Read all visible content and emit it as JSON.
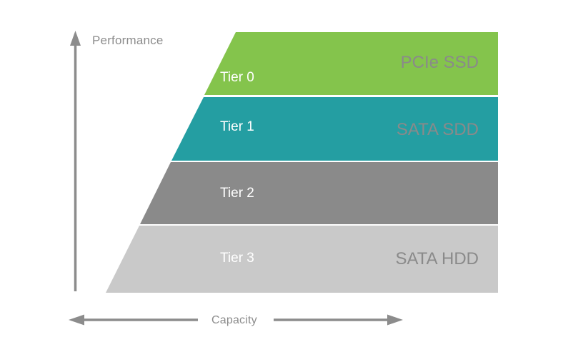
{
  "diagram": {
    "y_axis_label": "Performance",
    "x_axis_label": "Capacity",
    "tiers": [
      {
        "label": "Tier 0",
        "media": "PCIe SSD",
        "color": "#84C44C"
      },
      {
        "label": "Tier 1",
        "media": "SATA SDD",
        "color": "#249EA2"
      },
      {
        "label": "Tier 2",
        "media": "",
        "color": "#8A8A8A"
      },
      {
        "label": "Tier 3",
        "media": "SATA HDD",
        "color": "#C9C9C9"
      }
    ],
    "colors": {
      "axis": "#8C8C8C",
      "tier_label_text": "#FFFFFF",
      "media_label_text": "#8A8A8A",
      "background": "#FFFFFF"
    }
  }
}
